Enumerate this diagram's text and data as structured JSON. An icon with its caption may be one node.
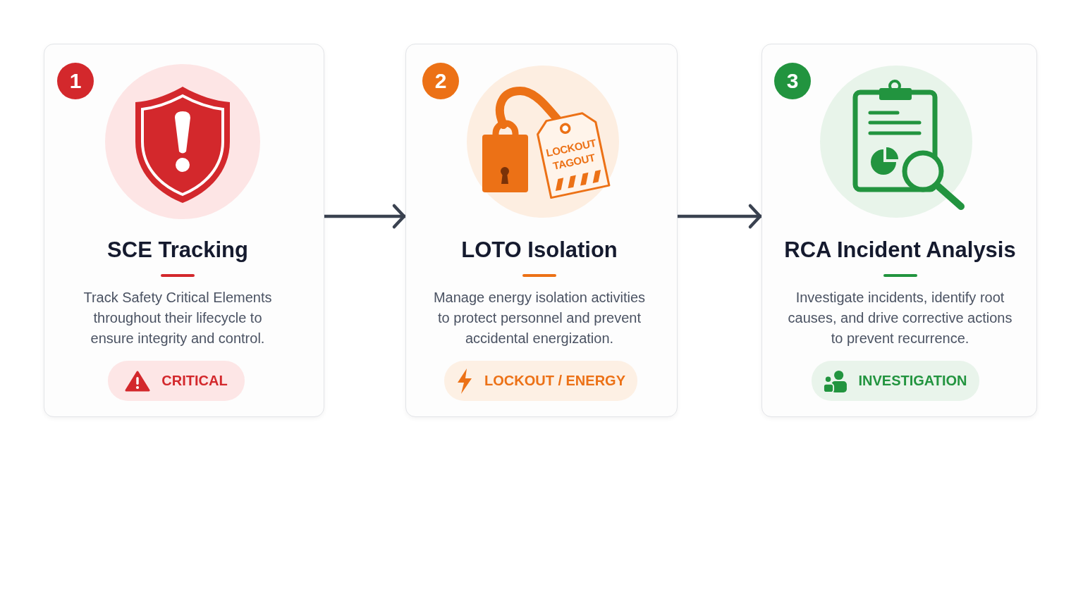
{
  "diagram": {
    "nodes": [
      {
        "text": [
          "SCE Tracking",
          "Track Safety Critical Elements throughout their lifecycle to ensure integrity and control."
        ]
      },
      {
        "text": [
          "1"
        ],
        "in": 0
      },
      {
        "text": [
          "CRITICAL"
        ],
        "in": 0
      },
      {
        "text": [
          "LOTO Isolation",
          "Manage energy isolation activities to protect personnel and prevent accidental energization."
        ]
      },
      {
        "text": [
          "2"
        ],
        "in": 3
      },
      {
        "text": [
          "LOCKOUT / ENERGY"
        ],
        "in": 3
      },
      {
        "text": [
          "RCA Incident Analysis",
          "Investigate incidents, identify root causes, and drive corrective actions to prevent recurrence."
        ]
      },
      {
        "text": [
          "3"
        ],
        "in": 6
      },
      {
        "text": [
          "INVESTIGATION"
        ],
        "in": 6
      }
    ],
    "edges": [
      {
        "from": 0,
        "to": 3,
        "arrow": "to"
      },
      {
        "from": 3,
        "to": 6,
        "arrow": "to"
      }
    ],
    "labels": [
      "LOCKOUT TAGOUT"
    ]
  }
}
